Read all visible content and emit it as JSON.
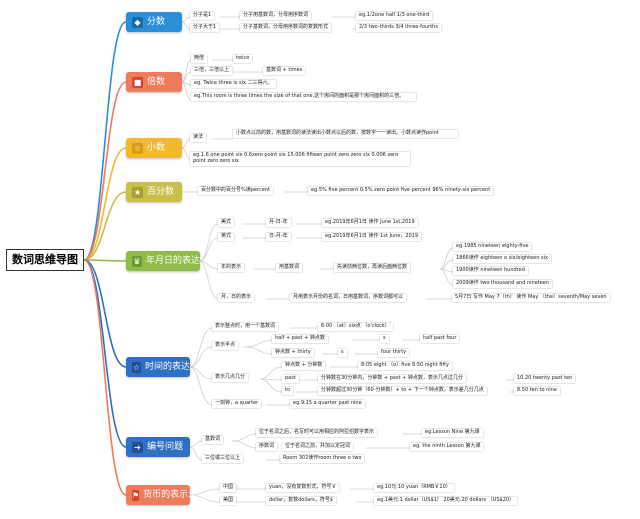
{
  "root": "数词思维导图",
  "colors": {
    "blue": "#2a8fd6",
    "orange": "#ef7b5d",
    "yellow": "#f2b92e",
    "olive": "#c9c04a",
    "green": "#8dbd48",
    "navy": "#2f6fc4",
    "line": "#cfcfcf"
  },
  "branches": {
    "fraction": "分数",
    "multiple": "倍数",
    "decimal": "小数",
    "percent": "百分数",
    "date": "年月日的表达",
    "time": "时间的表达",
    "numbering": "编号问题",
    "currency": "货币的表示法"
  },
  "icons": {
    "fraction": "shield-icon",
    "multiple": "square-icon",
    "decimal": "star-icon",
    "percent": "star-icon",
    "date": "trophy-icon",
    "time": "star-icon",
    "numbering": "arrow-icon",
    "currency": "flag-icon"
  },
  "fraction": {
    "n1": "分子是1",
    "n1a": "分子用基数词，分母用序数词",
    "n1b": "eg.1/2one half 1/3 one-third",
    "n2": "分子大于1",
    "n2a": "分子基数词，分母用序数词的复数形式",
    "n2b": "2/3 two-thirds 3/4 three-fourths"
  },
  "multiple": {
    "twice_k": "两倍",
    "twice_v": "twice",
    "three_k": "三倍，三倍以上",
    "three_v": "基数词 + times",
    "eg1": "eg. Twice three is six.二三得六。",
    "eg2": "eg.This room is three times the size of that one.这个房间的面积是那个房间面积的三倍。"
  },
  "decimal": {
    "read": "读法",
    "rule": "小数点以前的数，用基数词的读法读出小数点以后的数，按数字一一读出。小数点读作point",
    "eg": "eg.1.6 one point six 0.6zero point six 15.006 fifteen point zero zero six 0.006 zero point zero zero six"
  },
  "percent": {
    "rule": "百分数中的百分号%读percent",
    "eg": "eg.5% five percent 0.5% zero point five percent 96% ninety-six percent"
  },
  "date": {
    "us": "美式",
    "us_fmt": "月-日-年",
    "us_eg": "eg.2019年6月1日 读作 June 1st,2019",
    "uk": "英式",
    "uk_fmt": "日-月-年",
    "uk_eg": "eg.2019年6月1日 读作 1st June，2019",
    "year": "年的表示",
    "year_a": "用基数词",
    "year_b": "先读前两位数，再读后面两位数",
    "y1": "eg.1985 nineteen eighty-five",
    "y2": "1866读作 eighteen o six/eighteen six",
    "y3": "1900读作 nineteen hundred",
    "y4": "2009读作 two thousand and nineteen",
    "md": "月，日的表示",
    "md_a": "月用表示月份的名词，日用基数词，序数词都可以",
    "md_b": "5月7日 写作 May 7（th） 读作 May （the）seventh/May seven"
  },
  "time": {
    "whole": "表示整点时，用一个基数词",
    "whole_eg": "6:00 （at）six点 （o'clock）",
    "half": "表示半点",
    "half_a": "half + past + 钟点数",
    "half_s": "s",
    "half_b": "half past four",
    "half_c": "钟点数 + thirty",
    "half_s2": "s",
    "half_d": "four thirty",
    "several": "表示几点几分",
    "sev_a": "钟点数 + 分钟数",
    "sev_a_eg": "8:05 eight （o）five 8:50 night fifty",
    "past": "past",
    "past_a": "分钟数在30分钟内，分钟数 + past + 钟点数，表示几点过几分",
    "past_eg": "10.20 twenty past ten",
    "to": "to",
    "to_a": "分钟数超过30分钟（60-分钟数）+ to + 下一个钟点数，表示差几分几点",
    "to_eg": "8.50 ten to nine",
    "quarter": "一刻钟，a quarter",
    "quarter_eg": "eg.9:15 a quarter past nine"
  },
  "numbering": {
    "cardinal": "基数词",
    "c1": "位于名词之后，名写时可以用相应的阿拉伯数字表示",
    "c1_eg": "eg.Lesson Nine 第九课",
    "ordinal": "序数词",
    "o1": "位于名词之前，并加以定冠词",
    "o1_eg": "eg. the ninth Lesson 第九课",
    "big": "三位或三位以上",
    "big_eg": "Room 302读作room three o two"
  },
  "currency": {
    "cn": "中国",
    "cn_a": "yuan，没有复数形式，符号￥",
    "cn_eg": "eg.10元:10 yuan（RMB￥10）",
    "us": "美国",
    "us_a": "dollar，复数dollars，符号$",
    "us_eg": "eg.1美元:1 dollar（US$1） 20美元:20 dollars （US$20）"
  }
}
